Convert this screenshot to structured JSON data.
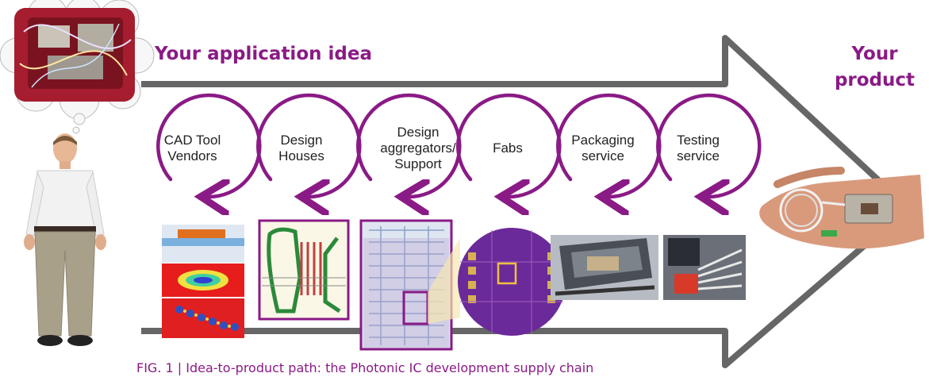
{
  "header": {
    "title": "Your application idea",
    "product_label": "Your product"
  },
  "steps": [
    {
      "label": "CAD Tool Vendors"
    },
    {
      "label": "Design Houses"
    },
    {
      "label": "Design aggregators/ Support"
    },
    {
      "label": "Fabs"
    },
    {
      "label": "Packaging service"
    },
    {
      "label": "Testing service"
    }
  ],
  "caption": "FIG. 1 | Idea-to-product path: the Photonic IC development supply chain",
  "colors": {
    "accent": "#8a1a86",
    "arrow": "#666666"
  }
}
